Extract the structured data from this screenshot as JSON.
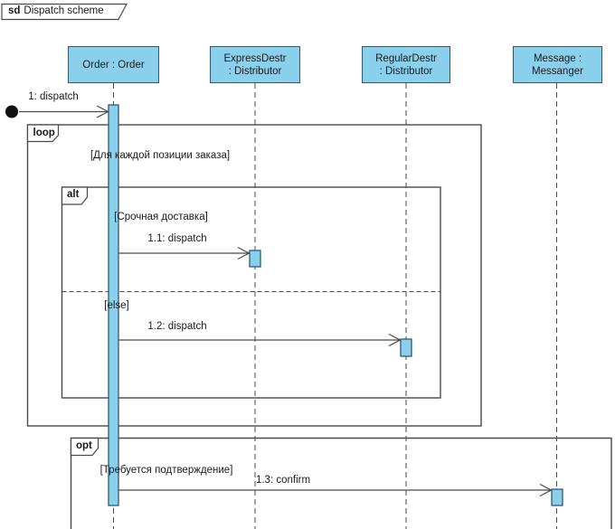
{
  "diagram": {
    "title_keyword": "sd",
    "title_name": "Dispatch scheme"
  },
  "colors": {
    "shape_fill": "#8AD0EC",
    "shape_border": "#2B5B73",
    "line": "#4A4A4A",
    "text": "#1A1A1A"
  },
  "lifelines": [
    {
      "line1": "Order : Order",
      "line2": ""
    },
    {
      "line1": "ExpressDestr",
      "line2": ": Distributor"
    },
    {
      "line1": "RegularDestr",
      "line2": ": Distributor"
    },
    {
      "line1": "Message :",
      "line2": "Messanger"
    }
  ],
  "frames": [
    {
      "keyword": "loop",
      "guards": [
        "[Для каждой позиции заказа]"
      ]
    },
    {
      "keyword": "alt",
      "guards": [
        "[Срочная доставка]",
        "[else]"
      ]
    },
    {
      "keyword": "opt",
      "guards": [
        "[Требуется подтверждение]"
      ]
    }
  ],
  "messages": [
    {
      "label": "1: dispatch"
    },
    {
      "label": "1.1: dispatch"
    },
    {
      "label": "1.2: dispatch"
    },
    {
      "label": "1.3: confirm"
    }
  ]
}
